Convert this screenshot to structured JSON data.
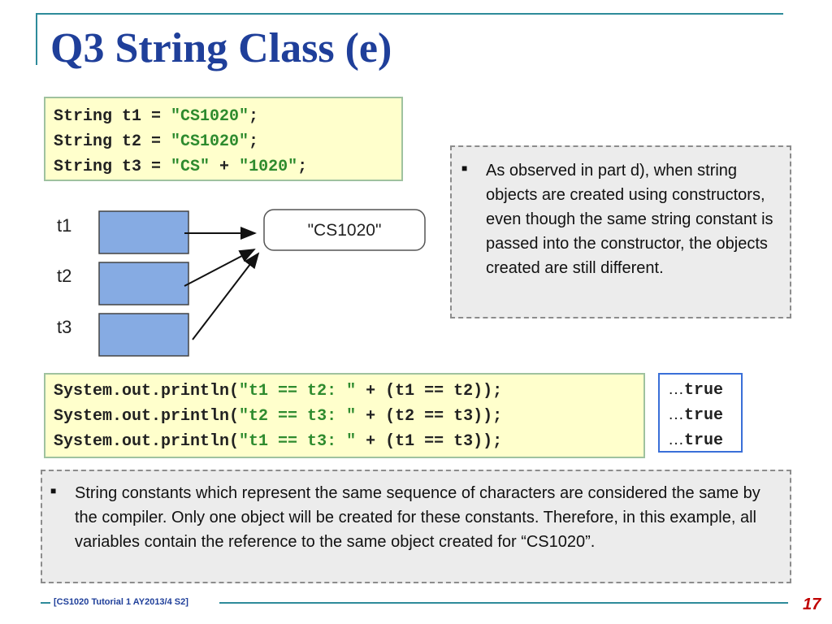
{
  "title": "Q3 String Class (e)",
  "code_top": [
    {
      "pre": "String t1 = ",
      "str": "\"CS1020\"",
      "post": ";"
    },
    {
      "pre": "String t2 = ",
      "str": "\"CS1020\"",
      "post": ";"
    },
    {
      "pre": "String t3 = ",
      "str": "\"CS\"",
      "mid": " + ",
      "str2": "\"1020\"",
      "post": ";"
    }
  ],
  "diagram": {
    "variables": [
      "t1",
      "t2",
      "t3"
    ],
    "object_label": "\"CS1020\""
  },
  "note_right": "As observed in part d), when string objects are created using constructors, even though the same string constant is passed into the constructor, the objects created are still different.",
  "code_bottom": [
    {
      "pre": "System.out.println(",
      "str": "\"t1 == t2: \"",
      "post": " + (t1 == t2));"
    },
    {
      "pre": "System.out.println(",
      "str": "\"t2 == t3: \"",
      "post": " + (t2 == t3));"
    },
    {
      "pre": "System.out.println(",
      "str": "\"t1 == t3: \"",
      "post": " + (t1 == t3));"
    }
  ],
  "results": [
    {
      "prefix": "…",
      "value": "true"
    },
    {
      "prefix": "…",
      "value": "true"
    },
    {
      "prefix": "…",
      "value": "true"
    }
  ],
  "note_bottom": "String constants which represent the same sequence of characters are considered the same by the compiler. Only one object will be created for these constants. Therefore, in this example, all variables contain the reference to the same object created for “CS1020”.",
  "footer": {
    "text": "[CS1020 Tutorial 1 AY2013/4 S2]",
    "page": "17"
  },
  "colors": {
    "title": "#1f3f9a",
    "accent": "#2e8b9a",
    "code_bg": "#ffffcc",
    "string": "#2e8b2e",
    "box_fill": "#86abe3",
    "result_border": "#3a6fd8",
    "page_number": "#c00000"
  }
}
